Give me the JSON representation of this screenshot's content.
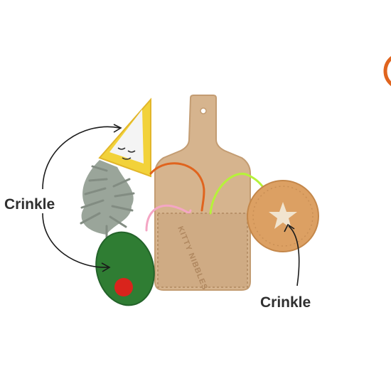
{
  "callouts": {
    "left": "Crinkle",
    "right": "Crinkle"
  },
  "board_brand_text": "KITTY NIBBLES",
  "colors": {
    "background": "#ffffff",
    "felt_board": "#d6b48e",
    "cheese_yellow": "#f2d23a",
    "cheese_white": "#f4f4f4",
    "olive_green": "#2f7d33",
    "pimento_red": "#d9241c",
    "cracker": "#dca063",
    "feather_gray": "#9aa59a",
    "string_orange": "#e0641e",
    "string_lime": "#b6f23a",
    "string_pink": "#f4a6c4",
    "corner_badge": "#e0641e",
    "label_text": "#2f2f2f"
  }
}
